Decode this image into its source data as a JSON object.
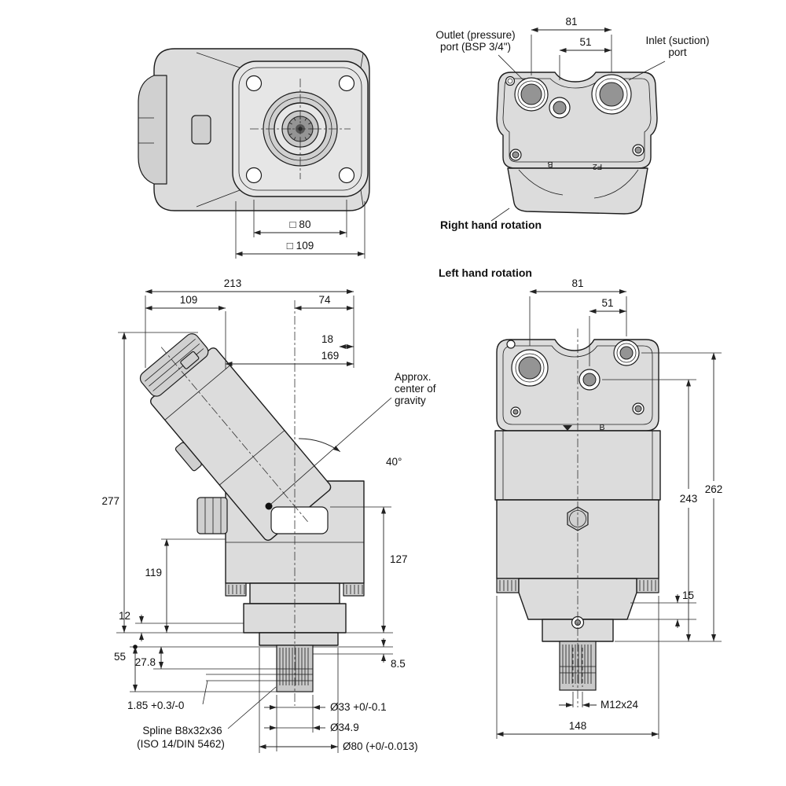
{
  "colors": {
    "line": "#1c1c1c",
    "body_fill": "#dcdcdc",
    "paper": "#ffffff"
  },
  "front_view": {
    "dim_sq80": "□ 80",
    "dim_sq109": "□ 109"
  },
  "top_view": {
    "dim_81": "81",
    "dim_51": "51",
    "outlet_line1": "Outlet (pressure)",
    "outlet_line2": "port (BSP 3/4\")",
    "inlet_line1": "Inlet (suction)",
    "inlet_line2": "port",
    "rotation": "Right hand rotation",
    "port_b": "B",
    "port_f2": "F2"
  },
  "side_view": {
    "dim_213": "213",
    "dim_109": "109",
    "dim_74": "74",
    "dim_18": "18",
    "dim_169": "169",
    "cog_line1": "Approx.",
    "cog_line2": "center of",
    "cog_line3": "gravity",
    "angle_40": "40°",
    "dim_277": "277",
    "dim_119": "119",
    "dim_12": "12",
    "dim_55": "55",
    "dim_27_8": "27.8",
    "dim_1_85": "1.85 +0.3/-0",
    "dim_127": "127",
    "dim_8_5": "8.5",
    "spline_line1": "Spline B8x32x36",
    "spline_line2": "(ISO 14/DIN 5462)",
    "dia_33": "Ø33 +0/-0.1",
    "dia_34_9": "Ø34.9",
    "dia_80": "Ø80 (+0/-0.013)"
  },
  "rear_view": {
    "rotation": "Left hand rotation",
    "dim_81": "81",
    "dim_51": "51",
    "dim_262": "262",
    "dim_243": "243",
    "dim_15": "15",
    "dim_m12": "M12x24",
    "dim_148": "148",
    "port_b": "B"
  }
}
